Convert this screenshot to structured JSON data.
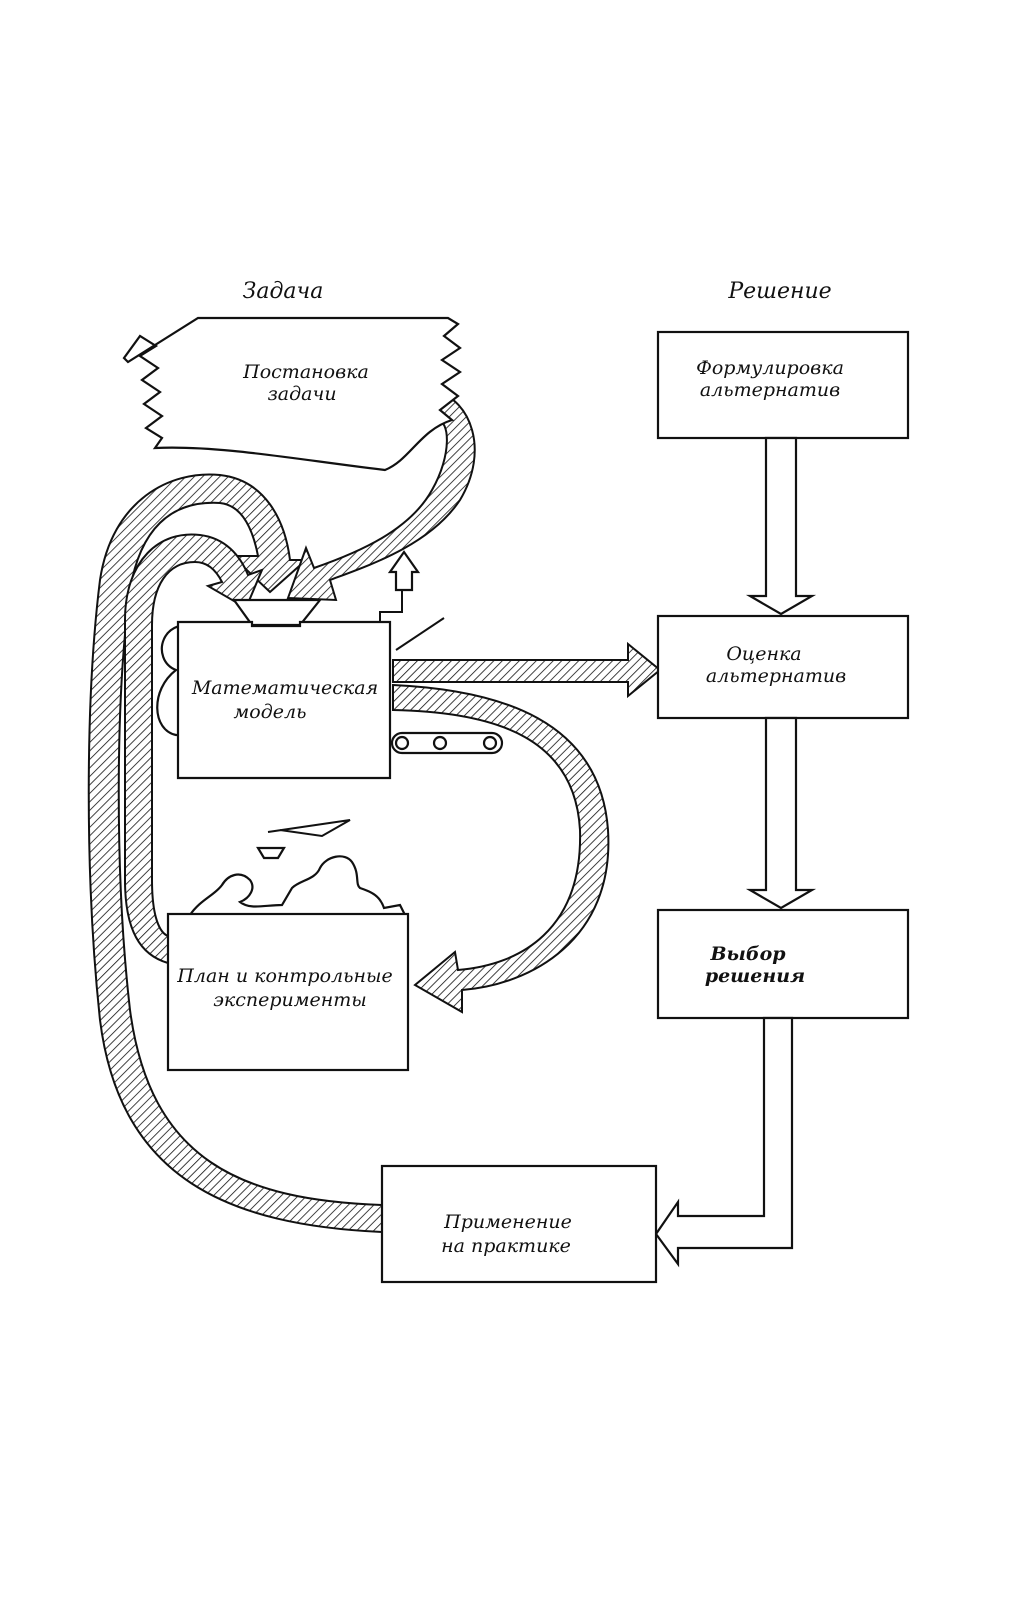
{
  "headers": {
    "left": "Задача",
    "right": "Решение"
  },
  "boxes": {
    "problem": [
      "Постановка",
      "задачи"
    ],
    "model": [
      "Математическая",
      "модель"
    ],
    "experiments": [
      "План и контрольные",
      "эксперименты"
    ],
    "formulation": [
      "Формулировка",
      "альтернатив"
    ],
    "evaluation": [
      "Оценка",
      "альтернатив"
    ],
    "choice": [
      "Выбор",
      "решения"
    ],
    "application": [
      "Применение",
      "на практике"
    ]
  },
  "colors": {
    "ink": "#111111",
    "paper": "#ffffff"
  }
}
